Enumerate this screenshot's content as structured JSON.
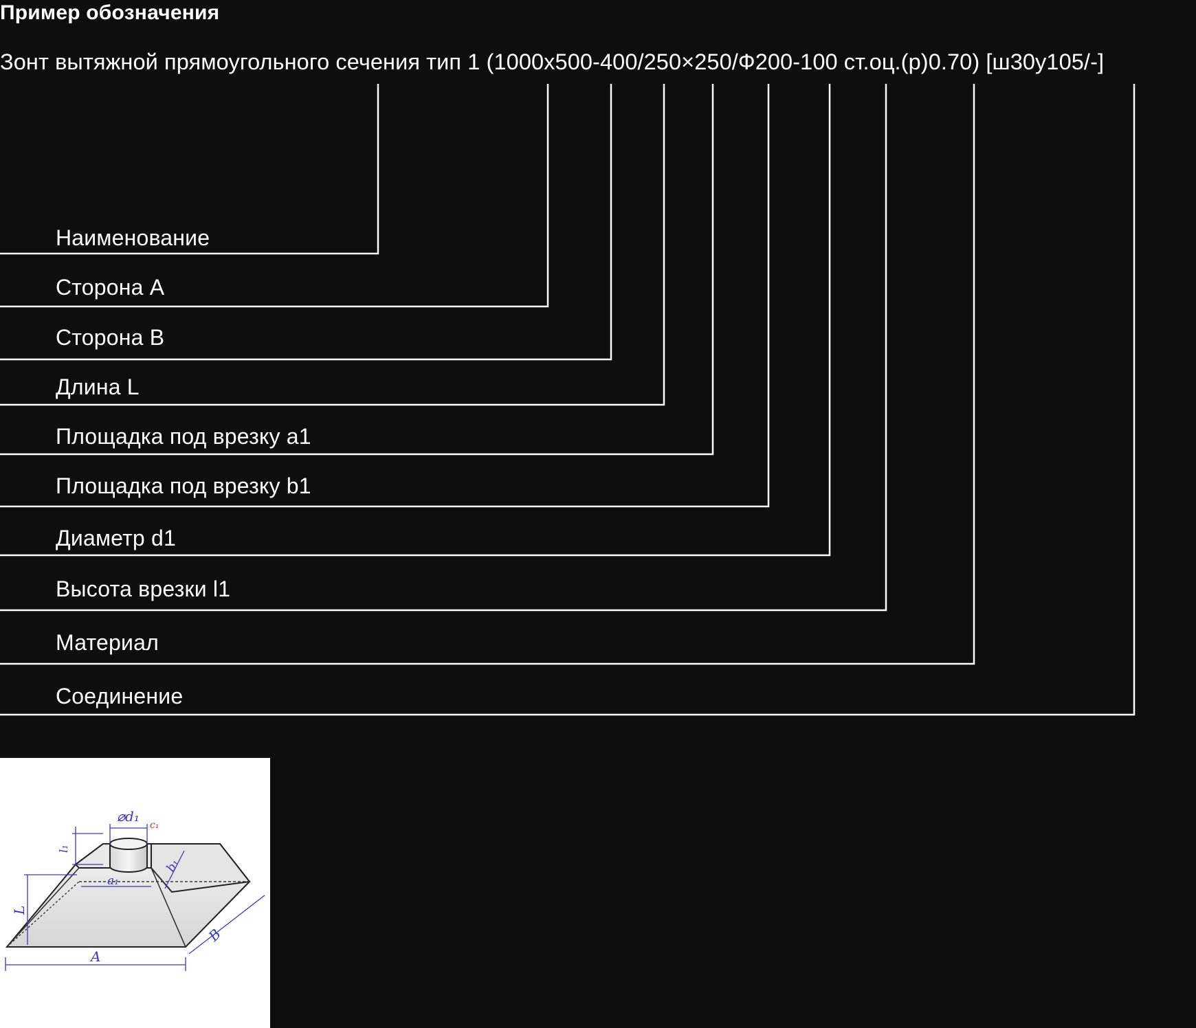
{
  "heading": "Пример обозначения",
  "designation": "Зонт вытяжной прямоугольного сечения тип 1 (1000х500-400/250×250/Ф200-100 ст.оц.(р)0.70) [ш30у105/-]",
  "labels": [
    "Наименование",
    "Сторона А",
    "Сторона В",
    "Длина L",
    "Площадка под врезку a1",
    "Площадка под врезку b1",
    "Диаметр d1",
    "Высота врезки l1",
    "Материал",
    "Соединение"
  ],
  "drawing": {
    "dim_d1": "⌀d₁",
    "dim_c1": "c₁",
    "dim_l1": "l₁",
    "dim_a1": "a₁",
    "dim_b1": "b₁",
    "dim_L": "L",
    "dim_A": "A",
    "dim_B": "B"
  },
  "colors": {
    "background": "#0e0e0f",
    "text": "#ffffff",
    "leader_lines": "#ffffff",
    "dimension_blue": "#3a3ab8",
    "dimension_red": "#c0392b"
  }
}
